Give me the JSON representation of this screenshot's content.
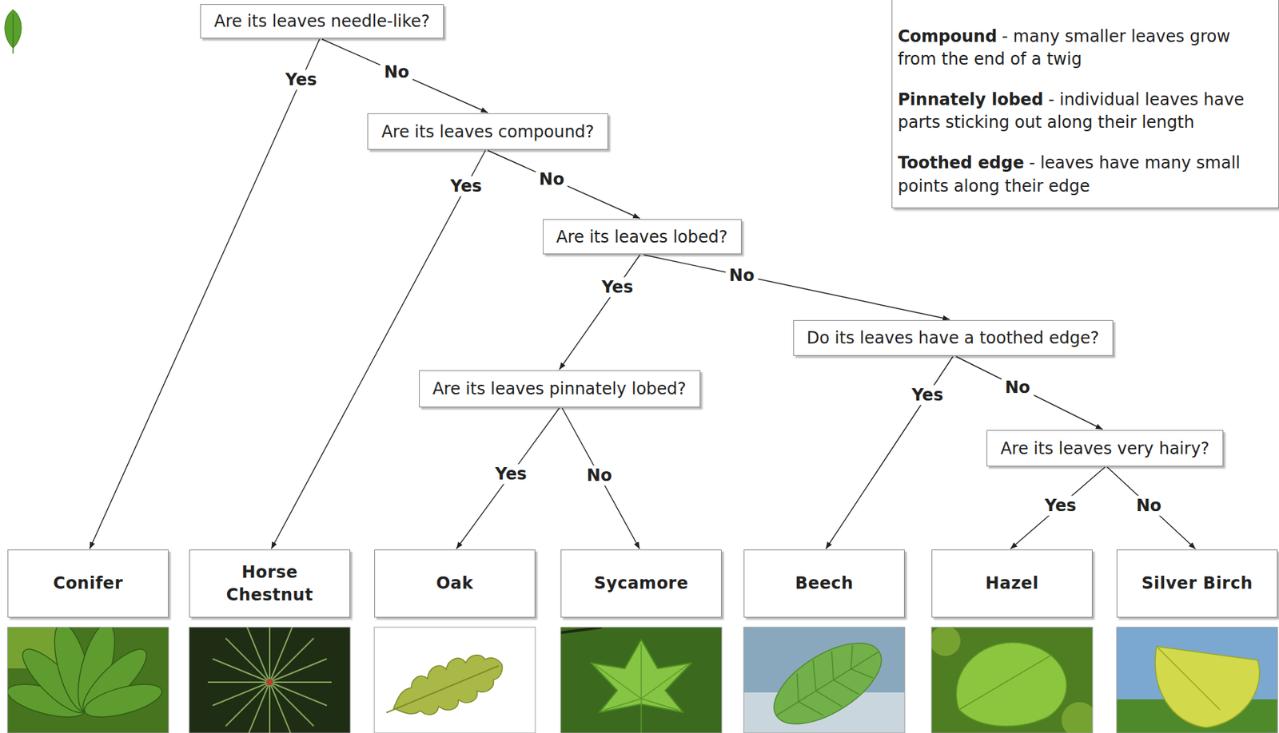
{
  "diagram": {
    "nodes": [
      {
        "text": [
          "Are its leaves needle-like?"
        ]
      },
      {
        "text": [
          "Compound",
          "- many smaller leaves grow from the end of a twig",
          "Pinnately lobed",
          "- individual leaves have parts sticking out along their length",
          "Toothed edge",
          "- leaves have many small points along their edge"
        ]
      },
      {
        "text": [
          "Are its leaves compound?"
        ]
      },
      {
        "text": [
          "Are its leaves lobed?"
        ]
      },
      {
        "text": [
          "Do its leaves have a toothed edge?"
        ]
      },
      {
        "text": [
          "Are its leaves pinnately lobed?"
        ]
      },
      {
        "text": [
          "Are its leaves very hairy?"
        ]
      },
      {
        "text": [
          "Conifer"
        ]
      },
      {
        "text": [
          "Horse Chestnut"
        ]
      },
      {
        "text": [
          "Oak"
        ]
      },
      {
        "text": [
          "Sycamore"
        ]
      },
      {
        "text": [
          "Beech"
        ]
      },
      {
        "text": [
          "Hazel"
        ]
      },
      {
        "text": [
          "Silver Birch"
        ]
      }
    ],
    "edges": [
      {
        "from": 0,
        "to": 7,
        "arrow": "to",
        "label": "Yes"
      },
      {
        "from": 0,
        "to": 2,
        "arrow": "to",
        "label": "No"
      },
      {
        "from": 2,
        "to": 8,
        "arrow": "to",
        "label": "Yes"
      },
      {
        "from": 2,
        "to": 3,
        "arrow": "to",
        "label": "No"
      },
      {
        "from": 3,
        "to": 5,
        "arrow": "to",
        "label": "Yes"
      },
      {
        "from": 3,
        "to": 4,
        "arrow": "to",
        "label": "No"
      },
      {
        "from": 5,
        "to": 9,
        "arrow": "to",
        "label": "Yes"
      },
      {
        "from": 5,
        "to": 10,
        "arrow": "to",
        "label": "No"
      },
      {
        "from": 4,
        "to": 11,
        "arrow": "to",
        "label": "Yes"
      },
      {
        "from": 4,
        "to": 6,
        "arrow": "to",
        "label": "No"
      },
      {
        "from": 6,
        "to": 12,
        "arrow": "to",
        "label": "Yes"
      },
      {
        "from": 6,
        "to": 13,
        "arrow": "to",
        "label": "No"
      }
    ]
  }
}
